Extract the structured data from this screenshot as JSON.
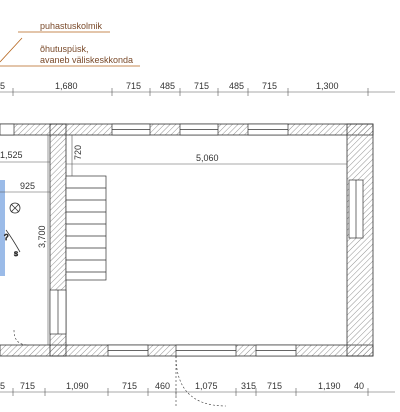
{
  "callouts": {
    "corner": "puhastuskolmik",
    "vent_line1": "õhutuspüsk,",
    "vent_line2": "avaneb väliskeskkonda"
  },
  "dimensions": {
    "top": [
      "5",
      "1,680",
      "715",
      "485",
      "715",
      "485",
      "715",
      "1,300"
    ],
    "bottom": [
      "5",
      "715",
      "1,090",
      "715",
      "460",
      "1,075",
      "315",
      "715",
      "1,190",
      "40"
    ],
    "inner_1525": "1,525",
    "inner_925": "925",
    "inner_720": "720",
    "inner_5060": "5,060",
    "inner_3700": "3,700"
  },
  "colors": {
    "callout": "#b5651d",
    "wall": "#333333",
    "hatch": "#666666",
    "blue_zone": "#9bbbe8"
  }
}
